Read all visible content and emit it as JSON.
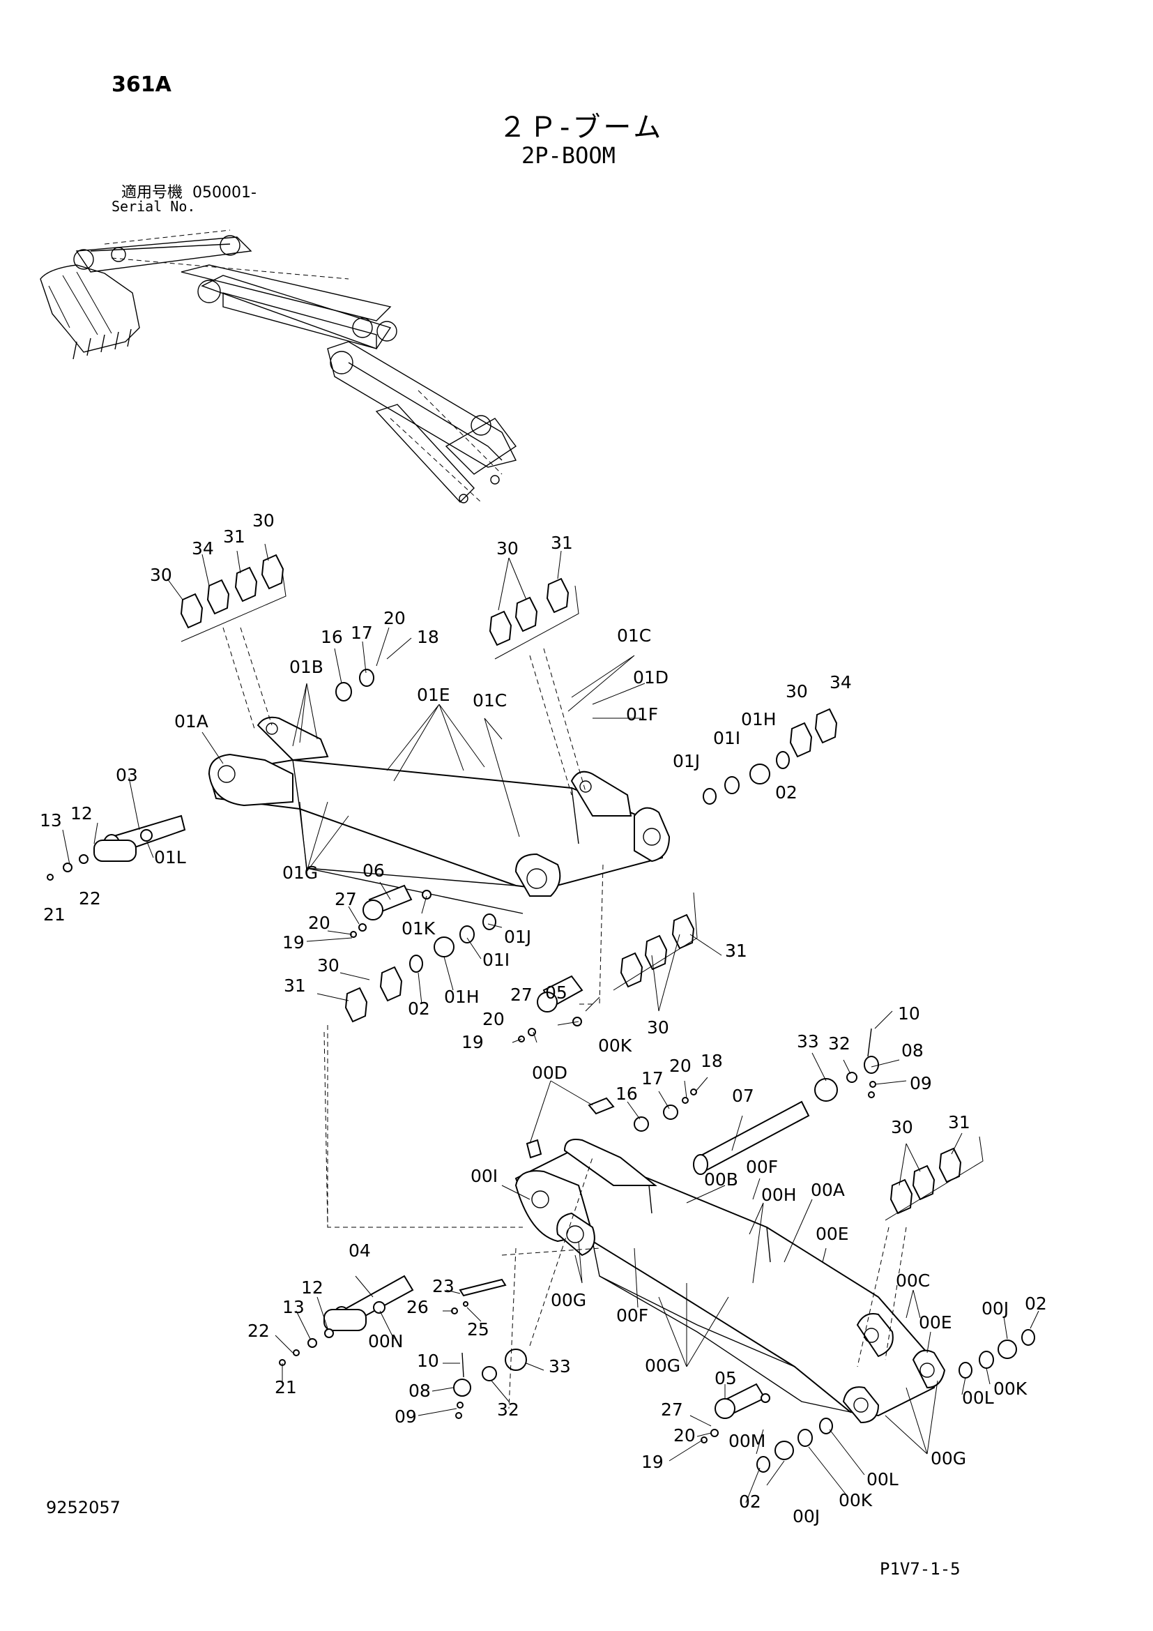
{
  "header": {
    "page_code": "361A",
    "title_jp": "２Ｐ-ブーム",
    "title_en": "2P-BOOM",
    "serial_label_jp": "適用号機",
    "serial_range": "050001-",
    "serial_label_en": "Serial No."
  },
  "footer": {
    "doc_id": "9252057",
    "page_ref": "P1V7-1-5"
  },
  "callouts": {
    "upper": [
      "30",
      "34",
      "31",
      "30",
      "30",
      "31",
      "16",
      "17",
      "20",
      "18",
      "01B",
      "01C",
      "01D",
      "01F",
      "01E",
      "01C",
      "01A",
      "30",
      "34",
      "01H",
      "01I",
      "01J",
      "02",
      "03",
      "12",
      "13",
      "01L",
      "22",
      "21",
      "01G",
      "06",
      "27",
      "20",
      "19",
      "01K",
      "01J",
      "30",
      "31",
      "01I",
      "01H",
      "02",
      "31",
      "05",
      "27",
      "20",
      "19",
      "00K",
      "31",
      "30"
    ],
    "lower": [
      "10",
      "33",
      "32",
      "08",
      "09",
      "00D",
      "16",
      "17",
      "20",
      "18",
      "07",
      "30",
      "31",
      "00I",
      "00B",
      "00F",
      "00H",
      "00A",
      "00E",
      "04",
      "23",
      "26",
      "25",
      "00G",
      "00F",
      "00C",
      "00E",
      "00J",
      "02",
      "12",
      "13",
      "22",
      "21",
      "00N",
      "10",
      "08",
      "09",
      "32",
      "33",
      "00G",
      "00L",
      "00K",
      "05",
      "27",
      "20",
      "19",
      "00M",
      "00L",
      "02",
      "00K",
      "00J",
      "00G"
    ]
  }
}
